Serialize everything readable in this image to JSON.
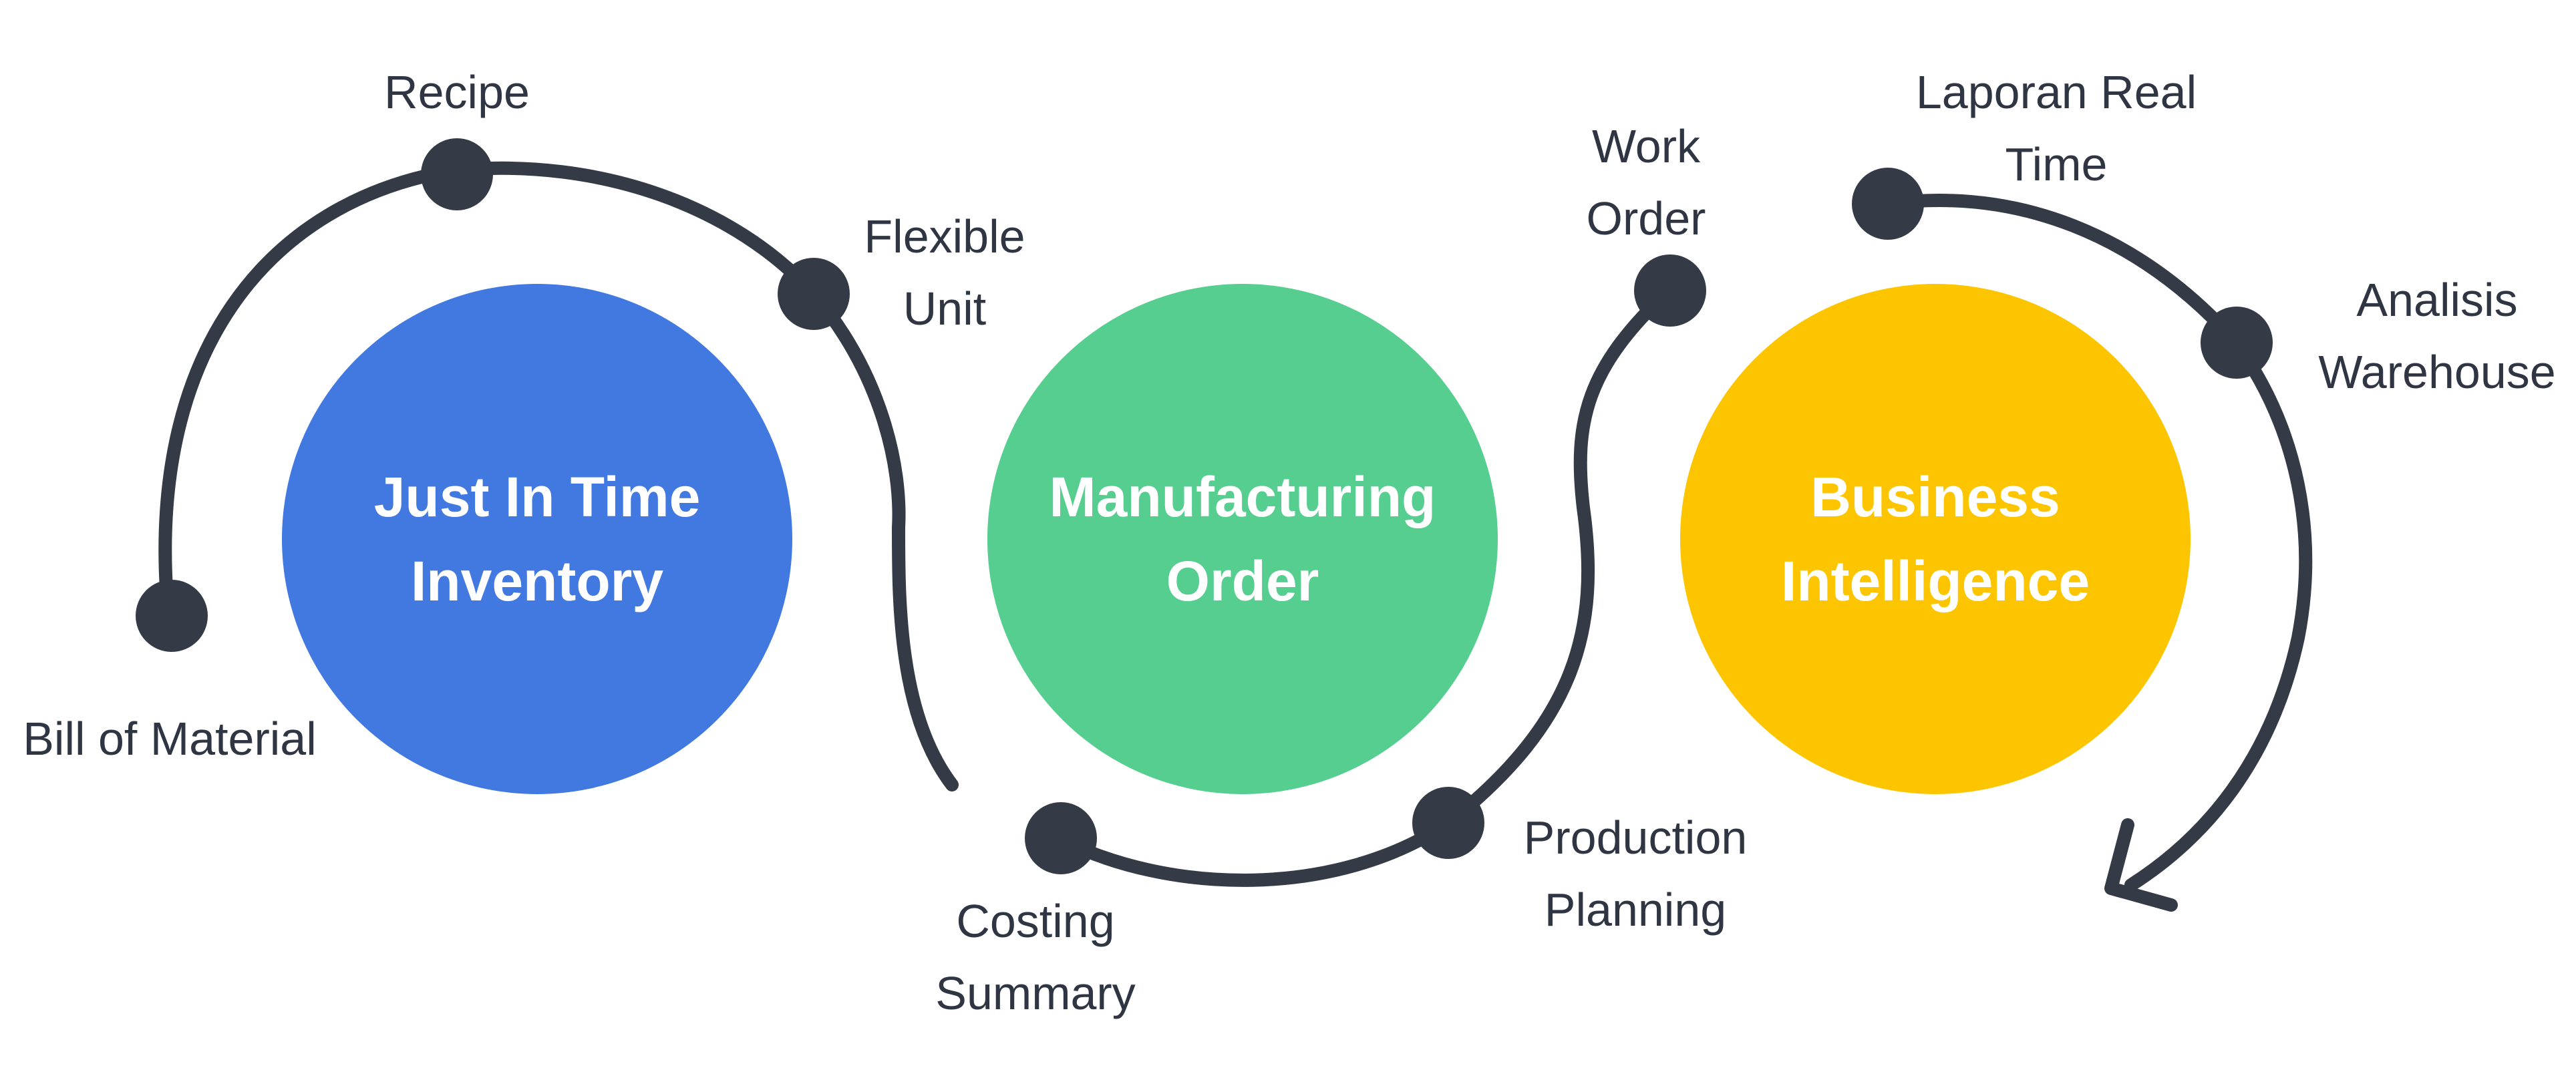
{
  "colors": {
    "path": "#343a46",
    "text": "#2f3542",
    "just_in_time": "#4279e1",
    "manufacturing": "#56ce8f",
    "business": "#fdc500"
  },
  "circles": {
    "just_in_time": {
      "line1": "Just In Time",
      "line2": "Inventory"
    },
    "manufacturing": {
      "line1": "Manufacturing",
      "line2": "Order"
    },
    "business": {
      "line1": "Business",
      "line2": "Intelligence"
    }
  },
  "labels": {
    "bill_of_material": {
      "line1": "Bill of Material"
    },
    "recipe": {
      "line1": "Recipe"
    },
    "flexible_unit": {
      "line1": "Flexible",
      "line2": "Unit"
    },
    "costing_summary": {
      "line1": "Costing",
      "line2": "Summary"
    },
    "production_planning": {
      "line1": "Production",
      "line2": "Planning"
    },
    "work_order": {
      "line1": "Work",
      "line2": "Order"
    },
    "laporan_real_time": {
      "line1": "Laporan Real",
      "line2": "Time"
    },
    "analisis_warehouse": {
      "line1": "Analisis",
      "line2": "Warehouse"
    }
  }
}
